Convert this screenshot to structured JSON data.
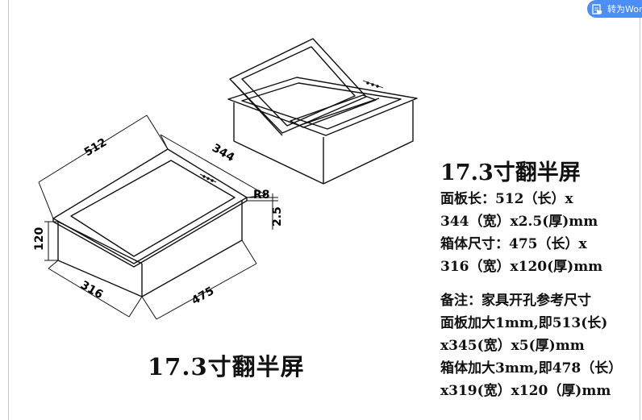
{
  "toolbar": {
    "convert_label": "转为Word"
  },
  "drawing": {
    "dimensions": {
      "panel_length": "512",
      "panel_width": "344",
      "corner_radius": "R8",
      "panel_thickness": "2.5",
      "box_height": "120",
      "box_width": "316",
      "box_length": "475"
    }
  },
  "caption": {
    "title": "17.3寸翻半屏"
  },
  "specs": {
    "title": "17.3寸翻半屏",
    "lines": [
      "面板长：512（长）x",
      "344（宽）x2.5(厚)mm",
      "箱体尺寸：475（长）x",
      "316（宽）x120(厚)mm"
    ]
  },
  "notes": {
    "lines": [
      "备注：家具开孔参考尺寸",
      "面板加大1mm,即513(长)",
      "x345(宽）x5(厚)mm",
      "箱体加大3mm,即478（长）",
      "x319(宽）x120（厚)mm"
    ]
  }
}
